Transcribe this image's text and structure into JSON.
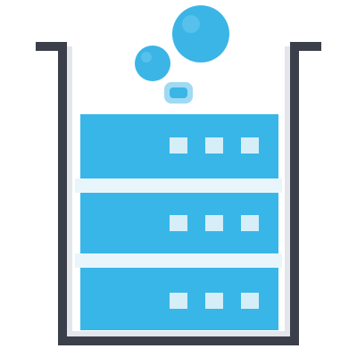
{
  "icon": {
    "name": "data-lake-beaker-icon",
    "colors": {
      "container_stroke": "#3b3f4a",
      "container_fill": "#ffffff",
      "server_fill": "#39b6e8",
      "server_light": "#d6eef8",
      "light_gap": "#e8f6fc",
      "bubble": "#3ab5e6",
      "bubble_light": "#c8ecfa"
    },
    "server_rows": 3,
    "indicator_lights_per_row": 3,
    "bubbles": 3
  }
}
